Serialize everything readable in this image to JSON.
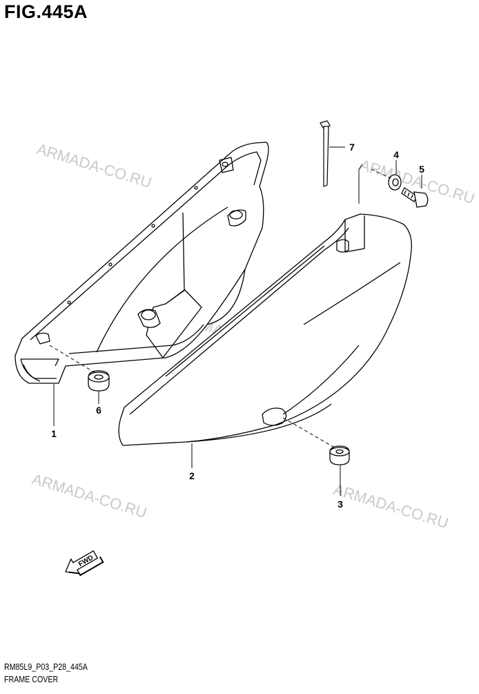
{
  "figure": {
    "title": "FIG.445A",
    "footer_code": "RM85L9_P03_P28_445A",
    "footer_name": "FRAME COVER"
  },
  "watermark": {
    "text": "ARMADA-CO.RU",
    "color": "#c9c9c9"
  },
  "callouts": [
    {
      "number": "1",
      "part": "frame-cover-left"
    },
    {
      "number": "2",
      "part": "frame-cover-right"
    },
    {
      "number": "3",
      "part": "grommet"
    },
    {
      "number": "4",
      "part": "washer"
    },
    {
      "number": "5",
      "part": "bolt"
    },
    {
      "number": "6",
      "part": "cushion"
    },
    {
      "number": "7",
      "part": "cable-tie"
    }
  ],
  "direction_badge": {
    "label": "FWD",
    "icon": "forward-arrow-icon"
  },
  "colors": {
    "line": "#000000",
    "background": "#ffffff"
  }
}
